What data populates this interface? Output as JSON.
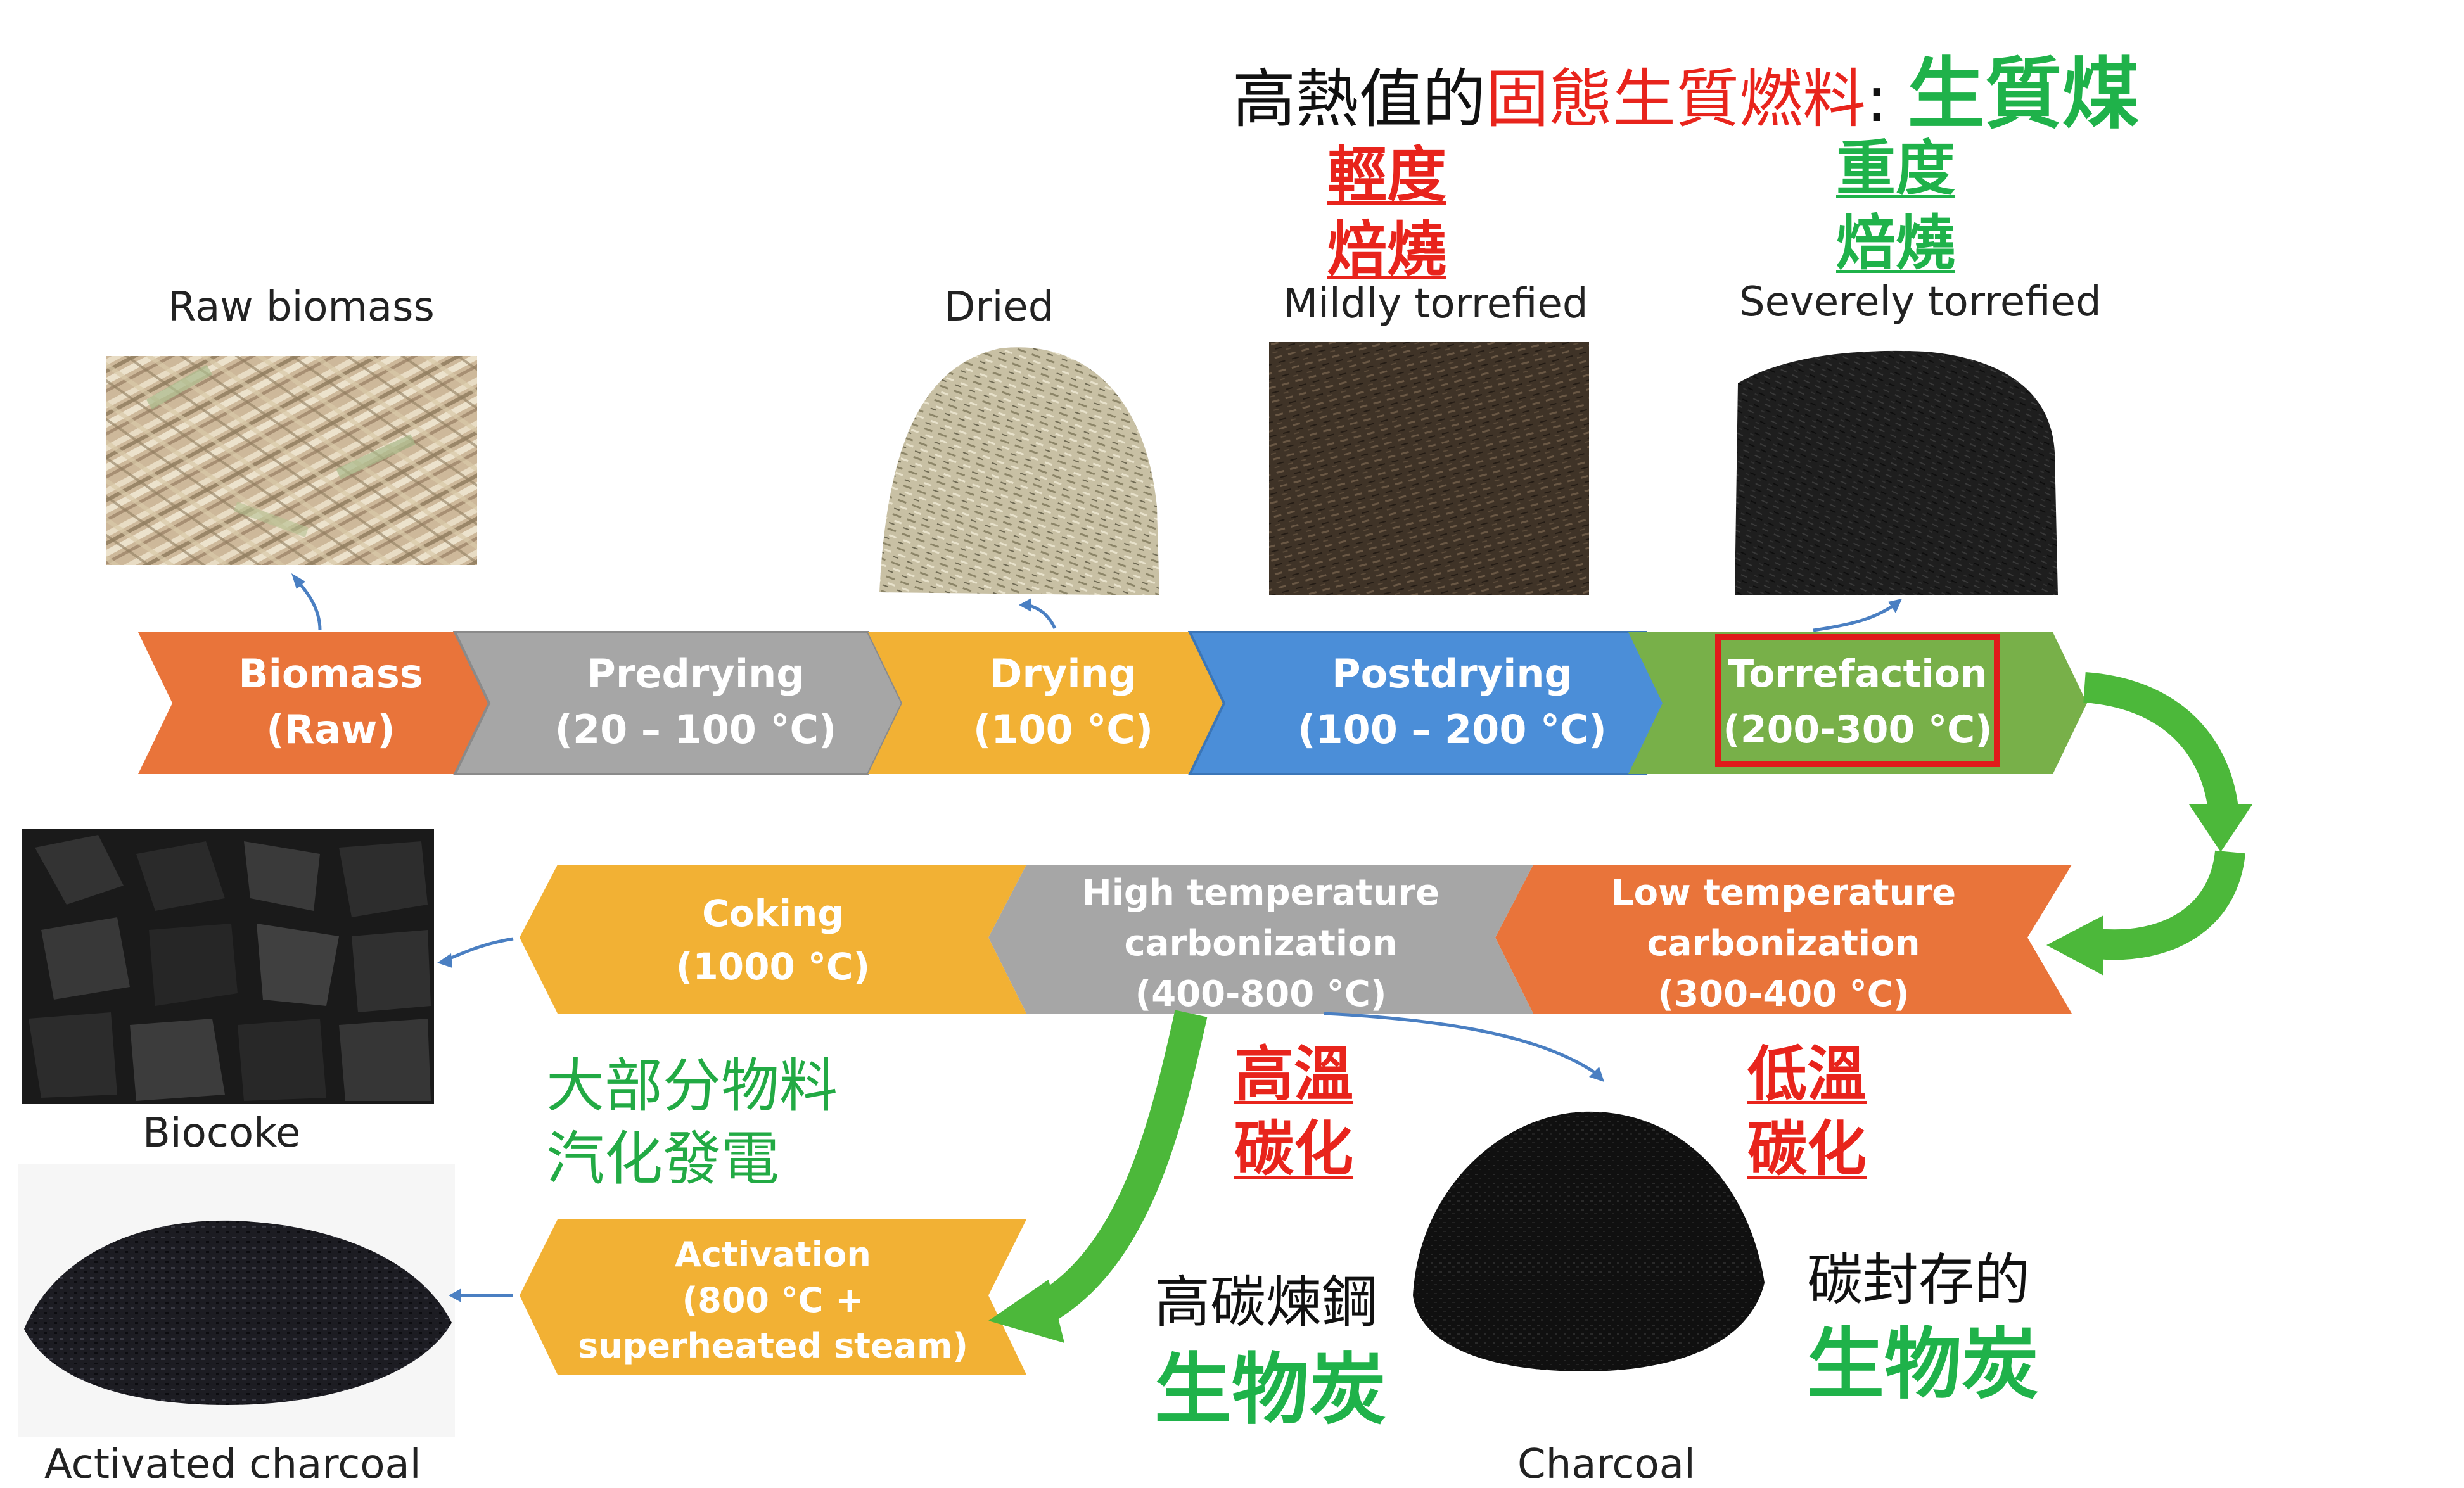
{
  "headline": {
    "part1": "高熱值的",
    "part2": "固態生質燃料",
    "part3": ": ",
    "part4": "生質煤",
    "color_black": "#111111",
    "color_red": "#e8241c",
    "color_green": "#1fb24a"
  },
  "torrefaction_labels": {
    "mild": [
      "輕度",
      "焙燒"
    ],
    "severe": [
      "重度",
      "焙燒"
    ]
  },
  "photo_captions": {
    "raw_biomass": "Raw biomass",
    "dried": "Dried",
    "mildly_torrefied": "Mildly torrefied",
    "severely_torrefied": "Severely torrefied",
    "biocoke": "Biocoke",
    "activated_charcoal": "Activated charcoal",
    "charcoal": "Charcoal"
  },
  "process_steps": {
    "biomass": {
      "line1": "Biomass",
      "line2": "(Raw)",
      "color": "#e9743a"
    },
    "predrying": {
      "line1": "Predrying",
      "line2": "(20 – 100 °C)",
      "color": "#a6a6a6"
    },
    "drying": {
      "line1": "Drying",
      "line2": "(100 °C)",
      "color": "#f2b134"
    },
    "postdrying": {
      "line1": "Postdrying",
      "line2": "(100 – 200 °C)",
      "color": "#4b8ed8"
    },
    "torrefaction": {
      "line1": "Torrefaction",
      "line2": "(200-300 °C)",
      "color": "#78b049"
    },
    "low_temp": {
      "line1": "Low temperature",
      "line2": "carbonization",
      "line3": "(300-400 °C)",
      "color": "#e9743a"
    },
    "high_temp": {
      "line1": "High temperature",
      "line2": "carbonization",
      "line3": "(400-800 °C)",
      "color": "#a6a6a6"
    },
    "coking": {
      "line1": "Coking",
      "line2": "(1000 °C)",
      "color": "#f2b134"
    },
    "activation": {
      "line1": "Activation",
      "line2": "(800 °C +",
      "line3": "superheated steam)",
      "color": "#f2b134"
    }
  },
  "annotations": {
    "gasification": [
      "大部分物料",
      "汽化發電"
    ],
    "high_temp_carbonization": [
      "高溫",
      "碳化"
    ],
    "low_temp_carbonization": [
      "低溫",
      "碳化"
    ],
    "steelmaking": "高碳煉鋼",
    "steelmaking_biochar": "生物炭",
    "carbon_storage": "碳封存的",
    "carbon_storage_biochar": "生物炭"
  },
  "colors": {
    "highlight_box": "#e01a1a",
    "flow_arrow": "#4cb83a",
    "thin_arrow": "#4a7fc2"
  }
}
